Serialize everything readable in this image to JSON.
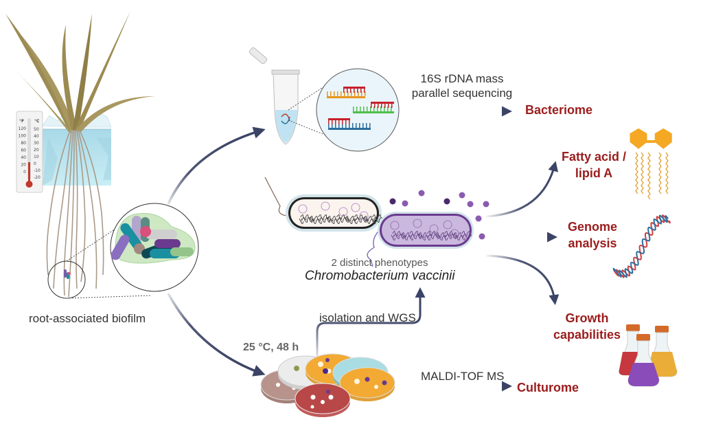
{
  "diagram": {
    "title": "Root-associated biofilm microbiome workflow",
    "source_sample": {
      "label": "root-associated biofilm",
      "thermometer": {
        "unit_left": "°F",
        "unit_right": "°C",
        "fahrenheit_ticks": [
          "120",
          "100",
          "80",
          "60",
          "40",
          "20",
          "0"
        ],
        "celsius_ticks": [
          "50",
          "40",
          "30",
          "20",
          "10",
          "0",
          "-10",
          "-20"
        ]
      }
    },
    "sequencing": {
      "method": [
        "16S rDNA mass",
        "parallel sequencing"
      ],
      "result": "Bacteriome"
    },
    "isolate": {
      "phenotype_note": "2 distinct phenotypes",
      "species": "Chromobacterium vaccinii",
      "analyses": [
        {
          "id": "fatty-acid",
          "label_lines": [
            "Fatty acid /",
            "lipid A"
          ]
        },
        {
          "id": "genome",
          "label_lines": [
            "Genome",
            "analysis"
          ]
        },
        {
          "id": "growth",
          "label_lines": [
            "Growth",
            "capabilities"
          ]
        }
      ]
    },
    "cultivation": {
      "conditions": "25 °C, 48 h",
      "isolation_step": "isolation and WGS",
      "method": "MALDI-TOF MS",
      "result": "Culturome"
    },
    "colors": {
      "arrow": "#3b4466",
      "output_text": "#9b1c1c",
      "plant": "#9c8b52",
      "ice": "#b8e2ee",
      "purple": "#8a5bb0",
      "lipid": "#f4a823"
    }
  }
}
